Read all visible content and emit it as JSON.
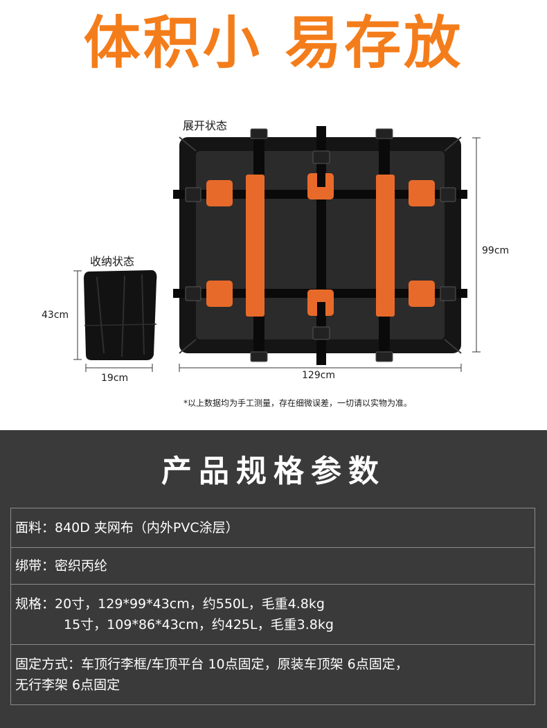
{
  "headline": "体积小 易存放",
  "labels": {
    "expanded": "展开状态",
    "folded": "收纳状态"
  },
  "dimensions": {
    "expanded_height": "99cm",
    "expanded_width": "129cm",
    "folded_height": "43cm",
    "folded_width": "19cm"
  },
  "note": "*以上数据均为手工测量，存在细微误差，一切请以实物为准。",
  "specs": {
    "title": "产品规格参数",
    "fabric": "面料：840D 夹网布（内外PVC涂层）",
    "strap": "绑带：密织丙纶",
    "size_line1": "规格：20寸，129*99*43cm，约550L，毛重4.8kg",
    "size_line2": "15寸，109*86*43cm，约425L，毛重3.8kg",
    "mount_line1": "固定方式：车顶行李框/车顶平台  10点固定，原装车顶架 6点固定，",
    "mount_line2": "无行李架 6点固定"
  },
  "colors": {
    "accent": "#f47d1b",
    "panel_bg": "#3a3a3a",
    "bag": "#111111"
  }
}
